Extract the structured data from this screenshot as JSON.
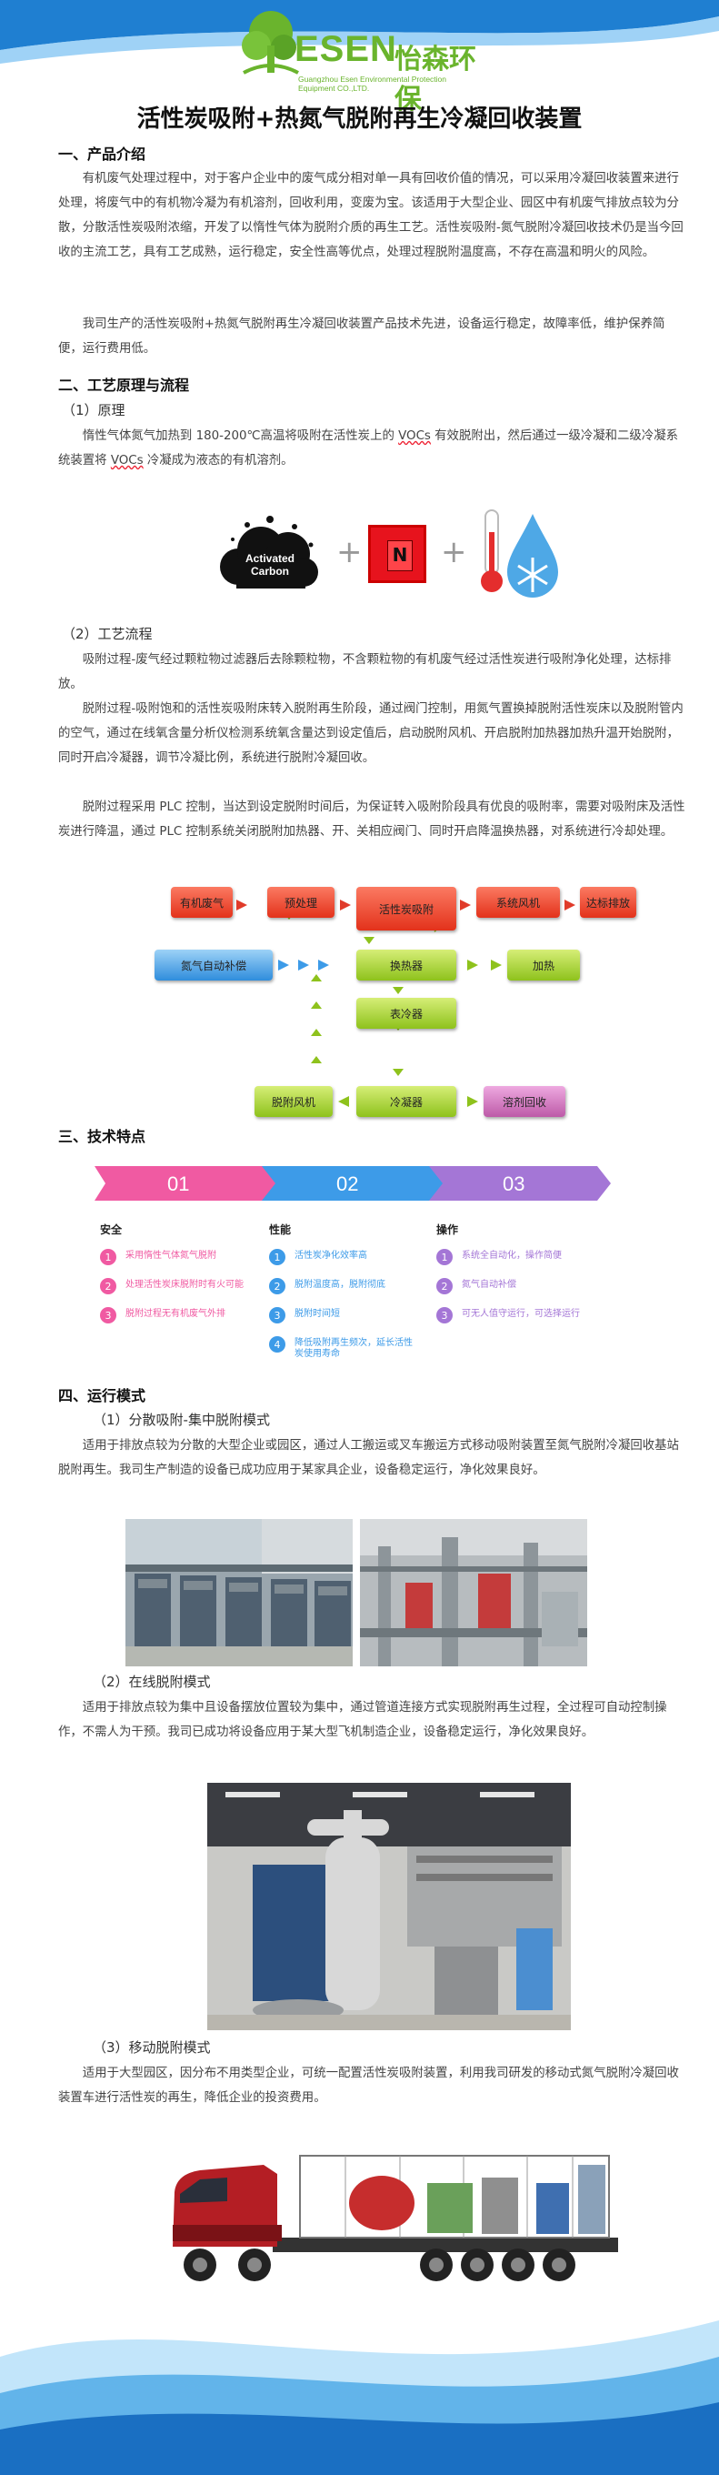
{
  "header": {
    "logo_text": "ESEN",
    "logo_cn": "怡森环保",
    "logo_sub": "Guangzhou Esen Environmental Protection Equipment CO.,LTD."
  },
  "title": "活性炭吸附+热氮气脱附再生冷凝回收装置",
  "section1": {
    "heading": "一、产品介绍",
    "p1": "有机废气处理过程中，对于客户企业中的废气成分相对单一具有回收价值的情况，可以采用冷凝回收装置来进行处理，将废气中的有机物冷凝为有机溶剂，回收利用，变废为宝。该适用于大型企业、园区中有机废气排放点较为分散，分散活性炭吸附浓缩，开发了以惰性气体为脱附介质的再生工艺。活性炭吸附-氮气脱附冷凝回收技术仍是当今回收的主流工艺，具有工艺成熟，运行稳定，安全性高等优点，处理过程脱附温度高，不存在高温和明火的风险。",
    "p2": "我司生产的活性炭吸附+热氮气脱附再生冷凝回收装置产品技术先进，设备运行稳定，故障率低，维护保养简便，运行费用低。"
  },
  "section2": {
    "heading": "二、工艺原理与流程",
    "sub1": "（1）原理",
    "p1_a": "惰性气体氮气加热到 180-200℃高温将吸附在活性炭上的 ",
    "p1_voc1": "VOCs",
    "p1_b": " 有效脱附出，然后通过一级冷凝和二级冷凝系统装置将 ",
    "p1_voc2": "VOCs",
    "p1_c": " 冷凝成为液态的有机溶剂。",
    "formula": {
      "cloud_line1": "Activated",
      "cloud_line2": "Carbon",
      "element_symbol": "N"
    },
    "sub2": "（2）工艺流程",
    "p2": "吸附过程-废气经过颗粒物过滤器后去除颗粒物，不含颗粒物的有机废气经过活性炭进行吸附净化处理，达标排放。",
    "p3": "脱附过程-吸附饱和的活性炭吸附床转入脱附再生阶段，通过阀门控制，用氮气置换掉脱附活性炭床以及脱附管内的空气，通过在线氧含量分析仪检测系统氧含量达到设定值后，启动脱附风机、开启脱附加热器加热升温开始脱附，同时开启冷凝器，调节冷凝比例，系统进行脱附冷凝回收。",
    "p4": "脱附过程采用 PLC 控制，当达到设定脱附时间后，为保证转入吸附阶段具有优良的吸附率，需要对吸附床及活性炭进行降温，通过 PLC 控制系统关闭脱附加热器、开、关相应阀门、同时开启降温换热器，对系统进行冷却处理。",
    "flow": {
      "organic_gas": "有机废气",
      "pretreat": "预处理",
      "carbon": "活性炭吸附",
      "fan": "系统风机",
      "discharge": "达标排放",
      "nitrogen": "氮气自动补偿",
      "exchanger": "换热器",
      "heating": "加热",
      "cooler": "表冷器",
      "desorb_fan": "脱附风机",
      "condenser": "冷凝器",
      "solvent": "溶剂回收"
    }
  },
  "section3": {
    "heading": "三、技术特点",
    "steps": [
      "01",
      "02",
      "03"
    ],
    "colors": {
      "pink": "#f05aa2",
      "blue": "#3d9be8",
      "purple": "#a476d6"
    },
    "columns": [
      {
        "title": "安全",
        "items": [
          "采用惰性气体氮气脱附",
          "处理活性炭床脱附时有火可能",
          "脱附过程无有机废气外排"
        ]
      },
      {
        "title": "性能",
        "items": [
          "活性炭净化效率高",
          "脱附温度高，脱附彻底",
          "脱附时间短",
          "降低吸附再生频次，延长活性炭使用寿命"
        ]
      },
      {
        "title": "操作",
        "items": [
          "系统全自动化，操作简便",
          "氮气自动补偿",
          "可无人值守运行，可选择运行"
        ]
      }
    ]
  },
  "section4": {
    "heading": "四、运行模式",
    "mode1_title": "（1）分散吸附-集中脱附模式",
    "mode1_text": "适用于排放点较为分散的大型企业或园区，通过人工搬运或叉车搬运方式移动吸附装置至氮气脱附冷凝回收基站脱附再生。我司生产制造的设备已成功应用于某家具企业，设备稳定运行，净化效果良好。",
    "mode2_title": "（2）在线脱附模式",
    "mode2_text": "适用于排放点较为集中且设备摆放位置较为集中，通过管道连接方式实现脱附再生过程，全过程可自动控制操作，不需人为干预。我司已成功将设备应用于某大型飞机制造企业，设备稳定运行，净化效果良好。",
    "mode3_title": "（3）移动脱附模式",
    "mode3_text": "适用于大型园区，因分布不用类型企业，可统一配置活性炭吸附装置，利用我司研发的移动式氮气脱附冷凝回收装置车进行活性炭的再生，降低企业的投资费用。"
  }
}
